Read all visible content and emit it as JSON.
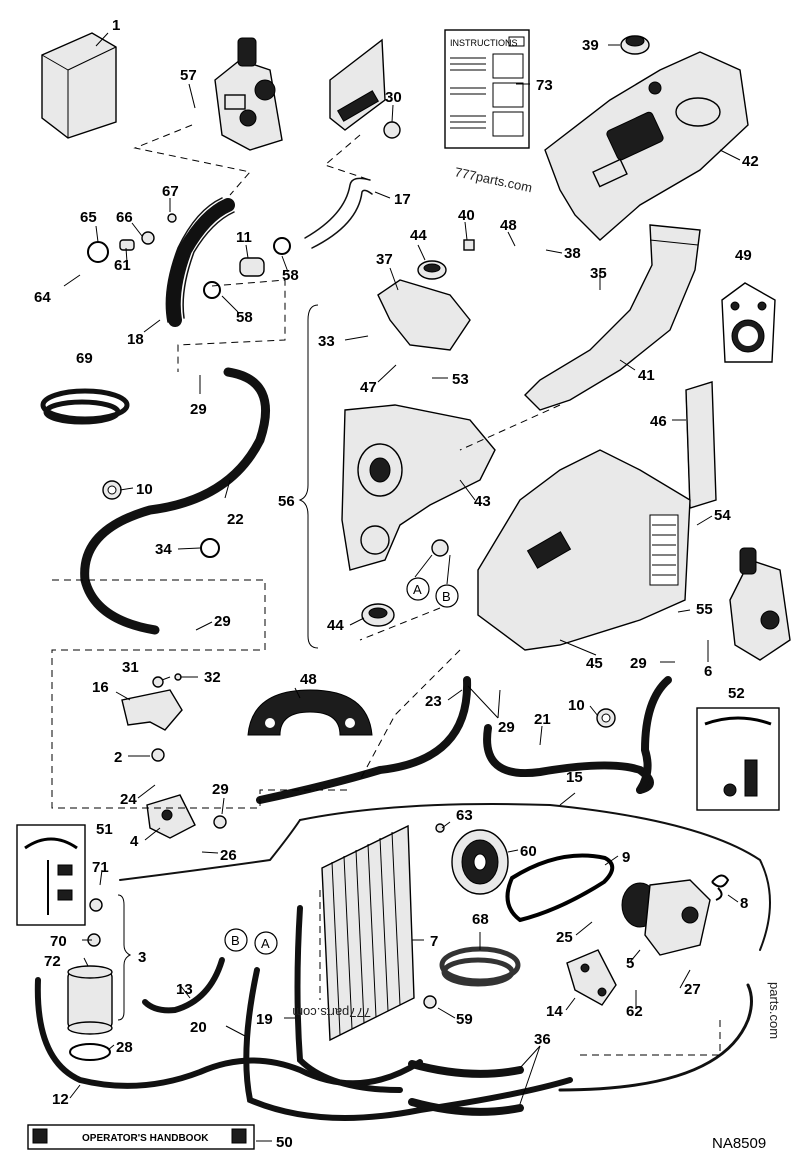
{
  "diagram": {
    "figure_code": "NA8509",
    "watermark_texts": [
      "777parts.com",
      "777parts.com",
      "parts.com"
    ],
    "instructions_title": "INSTRUCTIONS",
    "handbook_label": "OPERATOR'S HANDBOOK",
    "ref_a": "A",
    "ref_b": "B",
    "callouts": [
      "1",
      "2",
      "3",
      "4",
      "5",
      "6",
      "7",
      "8",
      "9",
      "10",
      "10",
      "11",
      "12",
      "13",
      "14",
      "15",
      "16",
      "17",
      "18",
      "19",
      "20",
      "21",
      "22",
      "23",
      "24",
      "25",
      "26",
      "27",
      "28",
      "29",
      "29",
      "29",
      "29",
      "29",
      "29",
      "30",
      "31",
      "32",
      "33",
      "34",
      "35",
      "36",
      "37",
      "38",
      "39",
      "40",
      "41",
      "42",
      "43",
      "44",
      "44",
      "45",
      "46",
      "47",
      "48",
      "48",
      "49",
      "50",
      "51",
      "52",
      "53",
      "54",
      "55",
      "56",
      "57",
      "58",
      "58",
      "59",
      "60",
      "61",
      "62",
      "63",
      "64",
      "65",
      "66",
      "67",
      "68",
      "69",
      "70",
      "71",
      "72",
      "73"
    ]
  }
}
